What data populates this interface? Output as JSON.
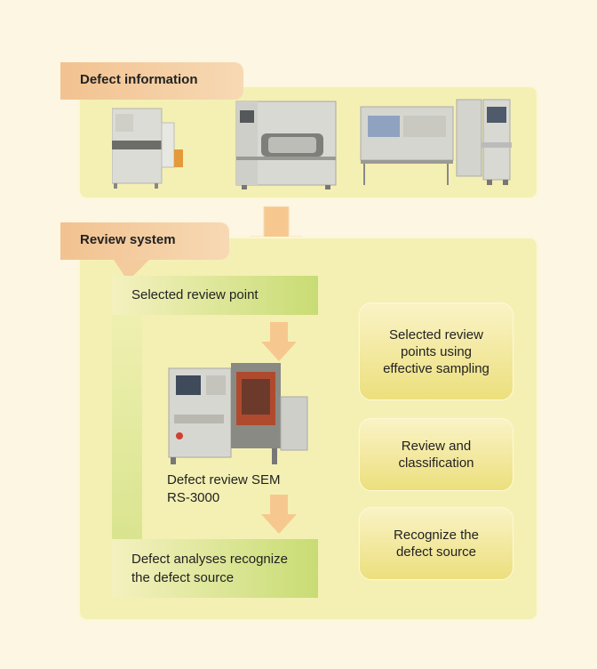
{
  "defect_information": {
    "title": "Defect information"
  },
  "review_system": {
    "title": "Review system",
    "selected_review_point": "Selected review point",
    "device_name": "Defect review SEM",
    "device_model": "RS-3000",
    "defect_analyses_line1": "Defect analyses recognize",
    "defect_analyses_line2": "the defect source"
  },
  "steps": [
    {
      "line1": "Selected review",
      "line2": "points using",
      "line3": "effective sampling"
    },
    {
      "line1": "Review and",
      "line2": "classification"
    },
    {
      "line1": "Recognize the",
      "line2": "defect source"
    }
  ],
  "colors": {
    "background": "#fdf6e3",
    "panel": "#f4f0b4",
    "tab": "#f2c290",
    "arrow": "#f6c88f",
    "green": "#c8dc74"
  }
}
